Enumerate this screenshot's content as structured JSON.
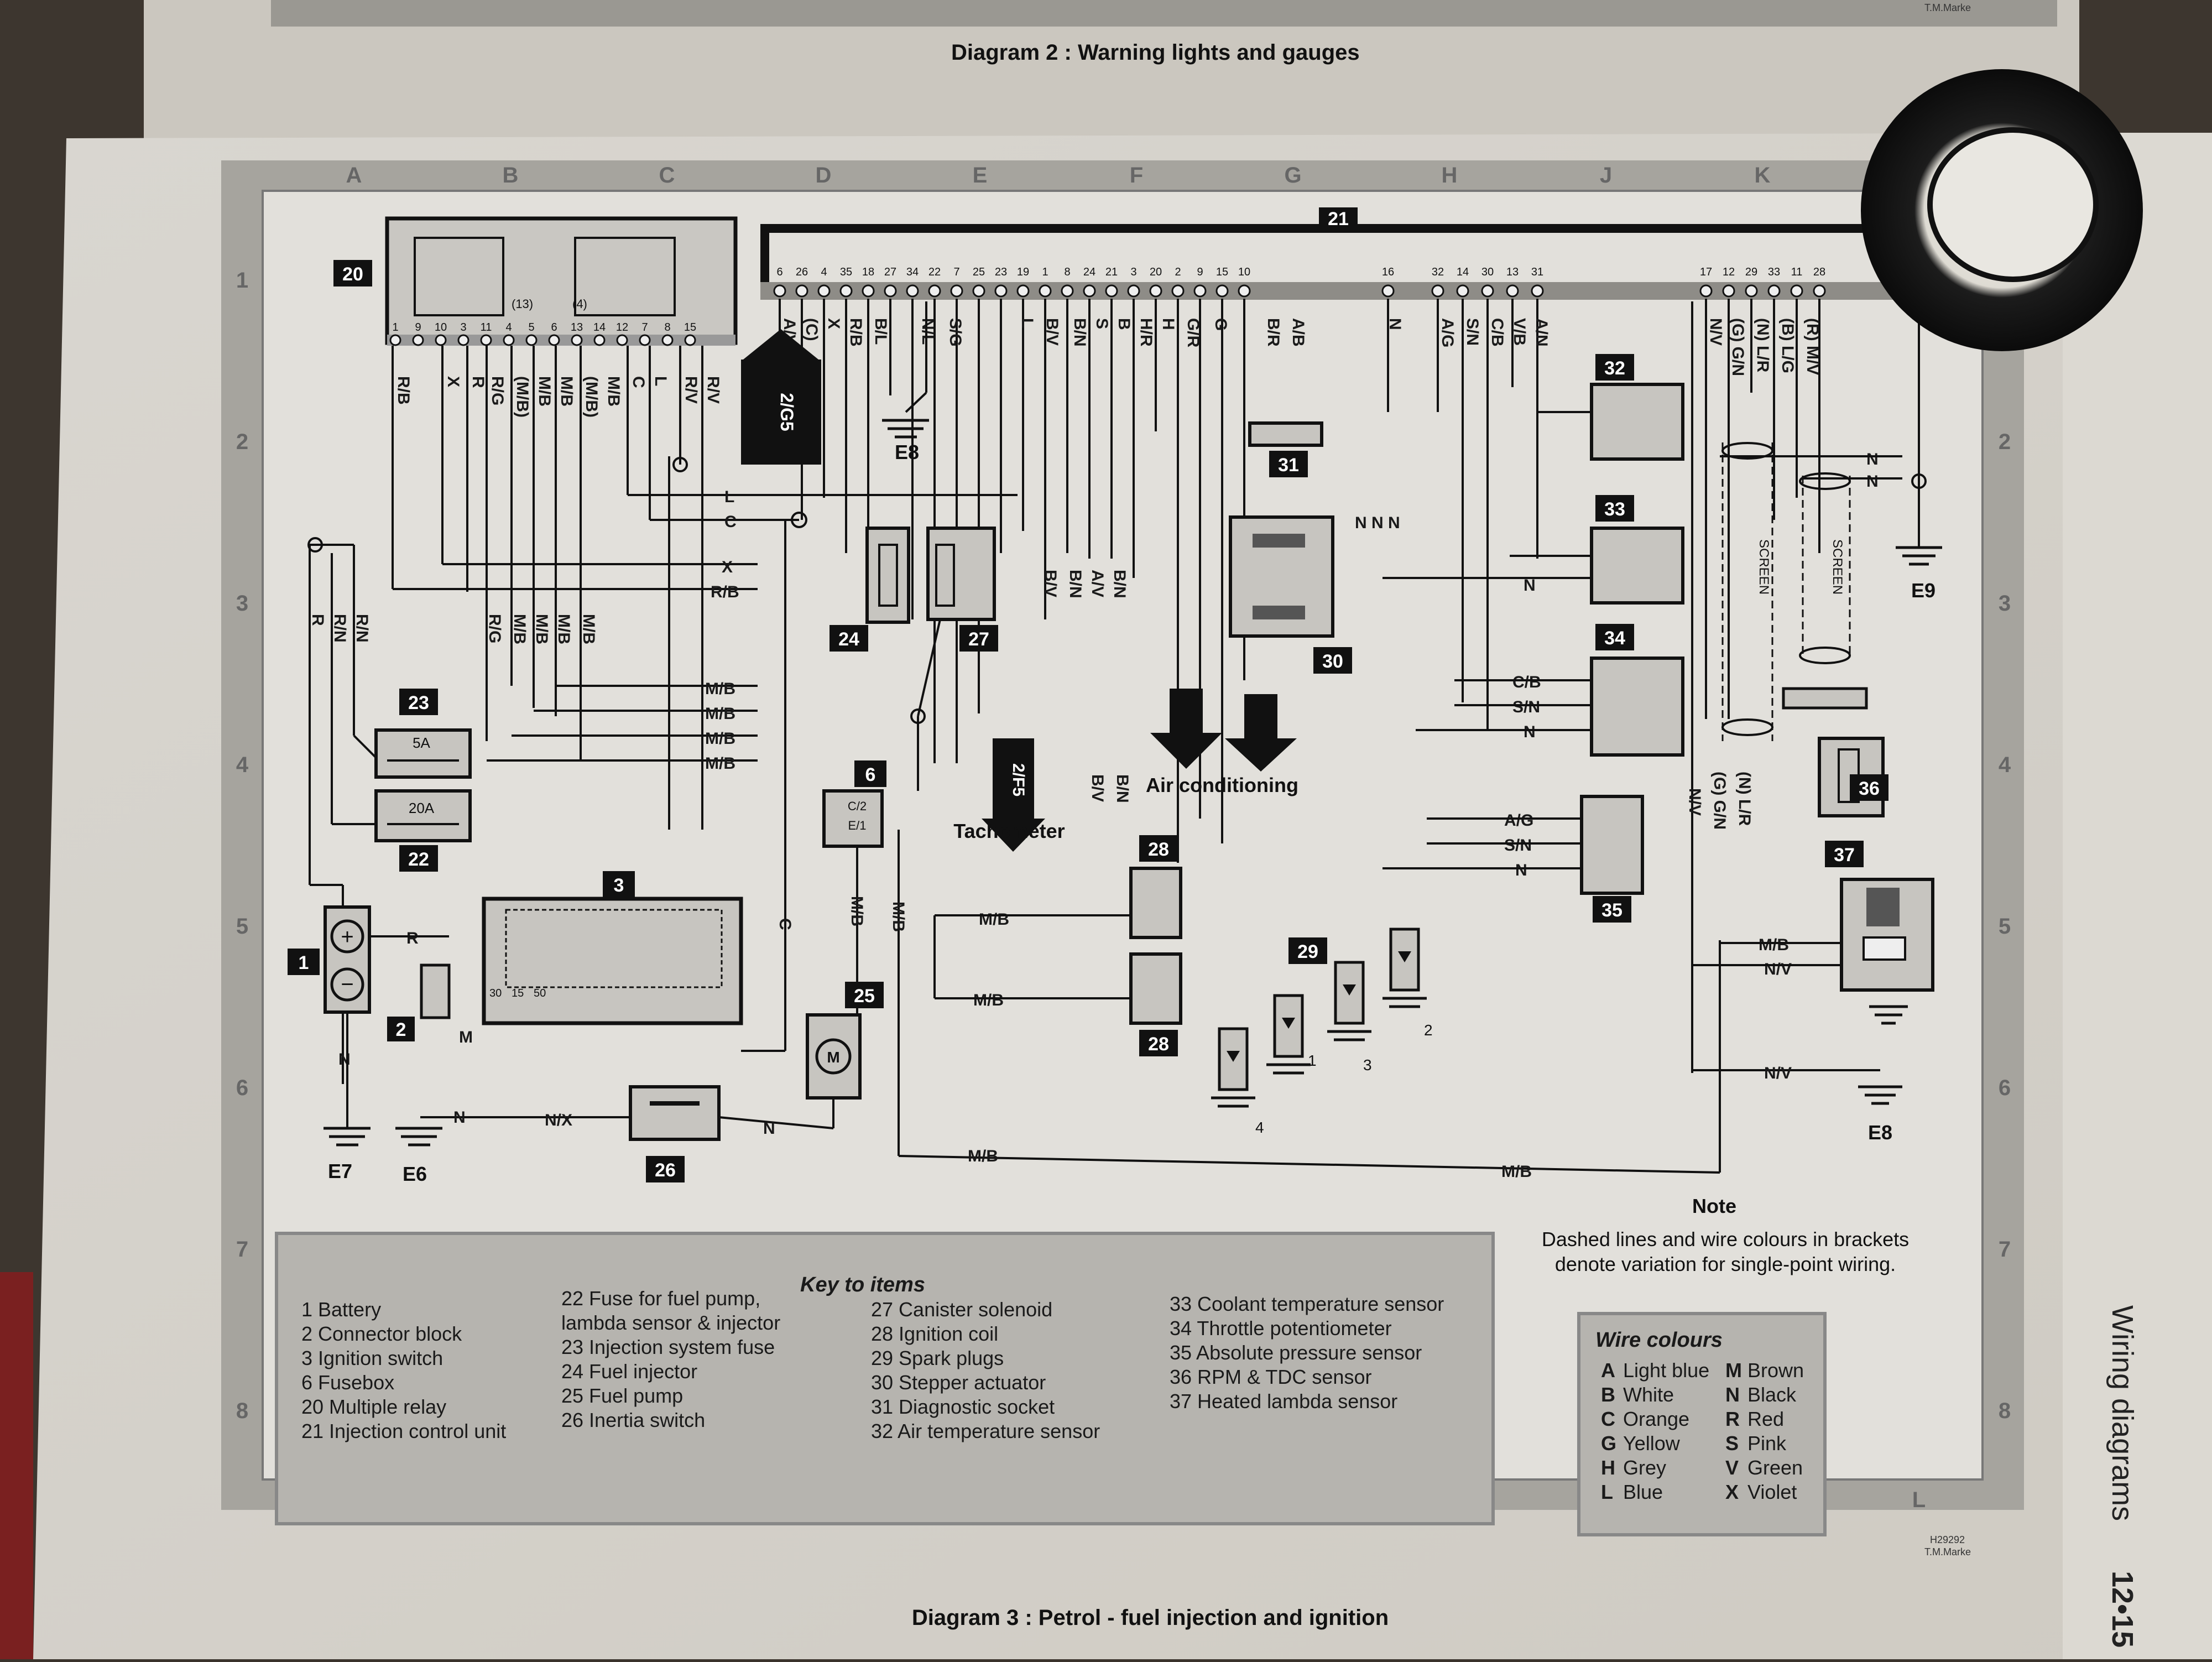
{
  "page_top_caption": "Diagram 2 : Warning lights and gauges",
  "page_bottom_caption": "Diagram 3 : Petrol - fuel injection and ignition",
  "side_header": "Wiring diagrams",
  "page_number": "12•15",
  "drawing_code": "H29292",
  "drawing_credit": "T.M.Marke",
  "top_credit": "T.M.Marke",
  "grid_letters": [
    "A",
    "B",
    "C",
    "D",
    "E",
    "F",
    "G",
    "H",
    "J",
    "K",
    "L"
  ],
  "grid_numbers": [
    "1",
    "2",
    "3",
    "4",
    "5",
    "6",
    "7",
    "8"
  ],
  "components": {
    "c1": "1",
    "c2": "2",
    "c3": "3",
    "c6": "6",
    "c20": "20",
    "c21": "21",
    "c22": "22",
    "c23": "23",
    "c24": "24",
    "c25": "25",
    "c26": "26",
    "c27": "27",
    "c28a": "28",
    "c28b": "28",
    "c29": "29",
    "c30": "30",
    "c31": "31",
    "c32": "32",
    "c33": "33",
    "c34": "34",
    "c35": "35",
    "c36": "36",
    "c37": "37"
  },
  "fuses": {
    "f5": "5A",
    "f20": "20A"
  },
  "fusebox_pins": [
    "C/2",
    "E/1"
  ],
  "ignition_pins": [
    "30",
    "15",
    "50"
  ],
  "relay_pins": [
    "1",
    "9",
    "10",
    "3",
    "11",
    "4",
    "5",
    "6",
    "13",
    "14",
    "12",
    "7",
    "8",
    "15"
  ],
  "relay_pin_notes": [
    "(13)",
    "(4)"
  ],
  "ecu_pins": [
    "6",
    "26",
    "4",
    "35",
    "18",
    "27",
    "34",
    "22",
    "7",
    "25",
    "23",
    "19",
    "1",
    "8",
    "24",
    "21",
    "3",
    "20",
    "2",
    "9",
    "15",
    "10",
    "16",
    "32",
    "14",
    "30",
    "13",
    "31",
    "17",
    "12",
    "29",
    "33",
    "11",
    "28"
  ],
  "earths": {
    "e6": "E6",
    "e7": "E7",
    "e8": "E8",
    "e8b": "E8",
    "e9": "E9"
  },
  "annotations": {
    "tachometer": "Tachometer",
    "air_conditioning": "Air conditioning",
    "ref_g5": "2/G5",
    "ref_f5": "2/F5",
    "screen": "SCREEN",
    "plug_1": "1",
    "plug_2": "2",
    "plug_3": "3",
    "plug_4": "4"
  },
  "wires_relay": [
    "R/B",
    "X",
    "R",
    "R/G",
    "(M/B)",
    "M/B",
    "M/B",
    "(M/B)",
    "M/B",
    "C",
    "L",
    "R/V",
    "R/V"
  ],
  "wires_ecu": [
    "A/V",
    "(C)",
    "X",
    "R/B",
    "B/L",
    "N/L",
    "S/G",
    "L",
    "B/V",
    "B/N",
    "S",
    "B",
    "H/R",
    "H",
    "G/R",
    "G",
    "B/R",
    "A/B",
    "N",
    "A/G",
    "S/N",
    "C/B",
    "V/B",
    "A/N",
    "N/V",
    "(G) G/N",
    "(N) L/R",
    "(B) L/G",
    "(R) M/V"
  ],
  "wires_horizontal": {
    "l": "L",
    "c": "C",
    "x": "X",
    "rb": "R/B",
    "mb1": "M/B",
    "mb2": "M/B",
    "mb3": "M/B",
    "mb4": "M/B",
    "rn": "R/N",
    "r": "R",
    "rg": "R/G",
    "n_batt": "N",
    "r_batt": "R",
    "m_batt": "M",
    "n_e6": "N",
    "nx": "N/X",
    "n_26": "N",
    "c_vert": "C",
    "mb_vert": "M/B",
    "mb_vert2": "M/B",
    "mb_28": "M/B",
    "mb_28b": "M/B",
    "mb_bottom": "M/B",
    "mb_bottom2": "M/B",
    "bv": "B/V",
    "av": "A/V",
    "bn": "B/N",
    "bv2": "B/V",
    "bn2": "B/N",
    "ab": "A/B",
    "n_33": "N",
    "cb_34": "C/B",
    "sn_34": "S/N",
    "n_34": "N",
    "ag_35": "A/G",
    "sn_35": "S/N",
    "n_35": "N",
    "mb_37": "M/B",
    "nv_37": "N/V",
    "nv_e8": "N/V",
    "nv_v": "N/V",
    "gn_v": "(G) G/N",
    "lr_v": "(N) L/R",
    "n_e9a": "N",
    "n_e9b": "N",
    "nnn": "N N N"
  },
  "note": {
    "heading": "Note",
    "line1": "Dashed lines and wire colours in brackets",
    "line2": "denote variation for single-point wiring."
  },
  "key_to_items": {
    "title": "Key to items",
    "col1": [
      "1   Battery",
      "2   Connector block",
      "3   Ignition switch",
      "6   Fusebox",
      "20  Multiple relay",
      "21  Injection control unit"
    ],
    "col2": [
      "22  Fuse for fuel pump,",
      "      lambda sensor & injector",
      "23  Injection system fuse",
      "24  Fuel injector",
      "25  Fuel pump",
      "26  Inertia switch"
    ],
    "col3": [
      "27  Canister solenoid",
      "28  Ignition coil",
      "29  Spark plugs",
      "30  Stepper actuator",
      "31  Diagnostic socket",
      "32  Air temperature sensor"
    ],
    "col4": [
      "33  Coolant temperature sensor",
      "34  Throttle potentiometer",
      "35  Absolute pressure sensor",
      "36  RPM & TDC sensor",
      "37  Heated lambda sensor"
    ]
  },
  "wire_colours": {
    "title": "Wire colours",
    "left": [
      [
        "A",
        "Light blue"
      ],
      [
        "B",
        "White"
      ],
      [
        "C",
        "Orange"
      ],
      [
        "G",
        "Yellow"
      ],
      [
        "H",
        "Grey"
      ],
      [
        "L",
        "Blue"
      ]
    ],
    "right": [
      [
        "M",
        "Brown"
      ],
      [
        "N",
        "Black"
      ],
      [
        "R",
        "Red"
      ],
      [
        "S",
        "Pink"
      ],
      [
        "V",
        "Green"
      ],
      [
        "X",
        "Violet"
      ]
    ]
  }
}
